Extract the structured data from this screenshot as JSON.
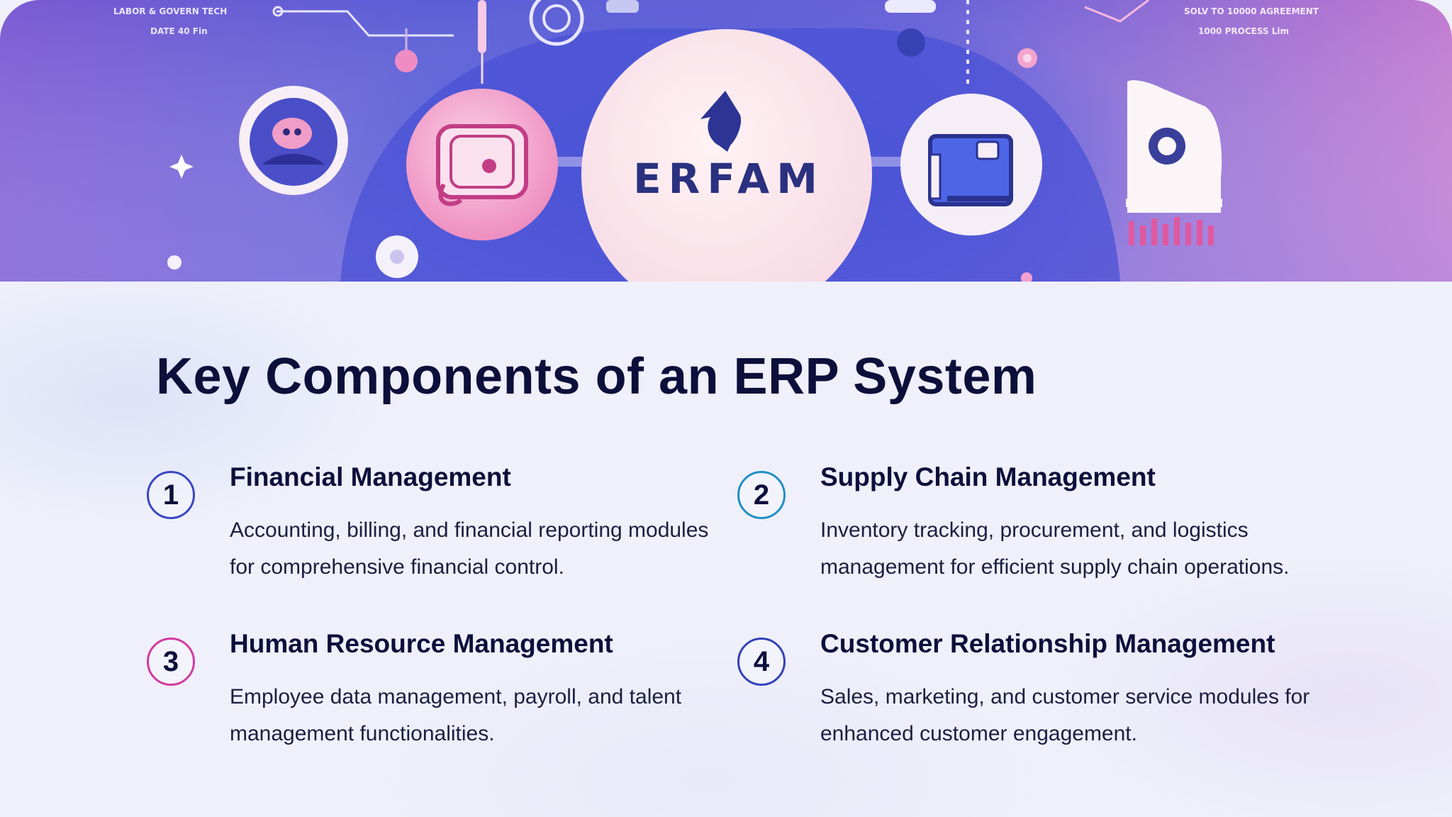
{
  "hero": {
    "logo_text": "ERFAM",
    "caption_left": [
      "LABOR & GOVERN TECH",
      "DATE 40 Fin"
    ],
    "caption_right": [
      "SOLV TO 10000 AGREEMENT",
      "1000 PROCESS Lim"
    ],
    "colors": {
      "deep_blue": "#4a4fc8",
      "purple": "#8a5ad0",
      "pink": "#f29ac7",
      "blush": "#fbe8ee"
    }
  },
  "title": "Key Components of an ERP System",
  "items": [
    {
      "number": "1",
      "title": "Financial Management",
      "description": "Accounting, billing, and financial reporting modules for comprehensive financial control.",
      "ring_color": "#3a47c2"
    },
    {
      "number": "2",
      "title": "Supply Chain Management",
      "description": "Inventory tracking, procurement, and logistics management for efficient supply chain operations.",
      "ring_color": "#1f8fc6"
    },
    {
      "number": "3",
      "title": "Human Resource Management",
      "description": "Employee data management, payroll, and talent management functionalities.",
      "ring_color": "#d33aa0"
    },
    {
      "number": "4",
      "title": "Customer Relationship Management",
      "description": "Sales, marketing, and customer service modules for enhanced customer engagement.",
      "ring_color": "#3342b8"
    }
  ]
}
